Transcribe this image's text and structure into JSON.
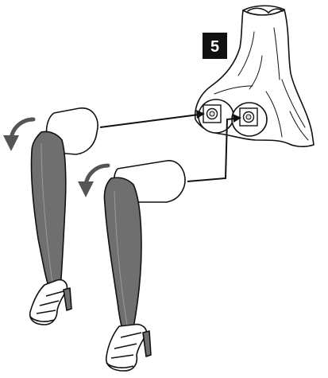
{
  "step": {
    "number": "5"
  },
  "colors": {
    "outline": "#111111",
    "leg_fill": "#6f6f6f",
    "leg_shadow": "#4a4a4a",
    "background": "#ffffff",
    "badge": "#111111"
  },
  "parts": {
    "torso": "lower-torso-body",
    "left_leg": "left-leg",
    "right_leg": "right-leg",
    "left_joint": "left-hip-socket",
    "right_joint": "right-hip-socket"
  },
  "icons": {
    "rotate_arrow": "curved-rotate-arrow-icon",
    "connector_arrow": "insert-arrow-icon"
  }
}
